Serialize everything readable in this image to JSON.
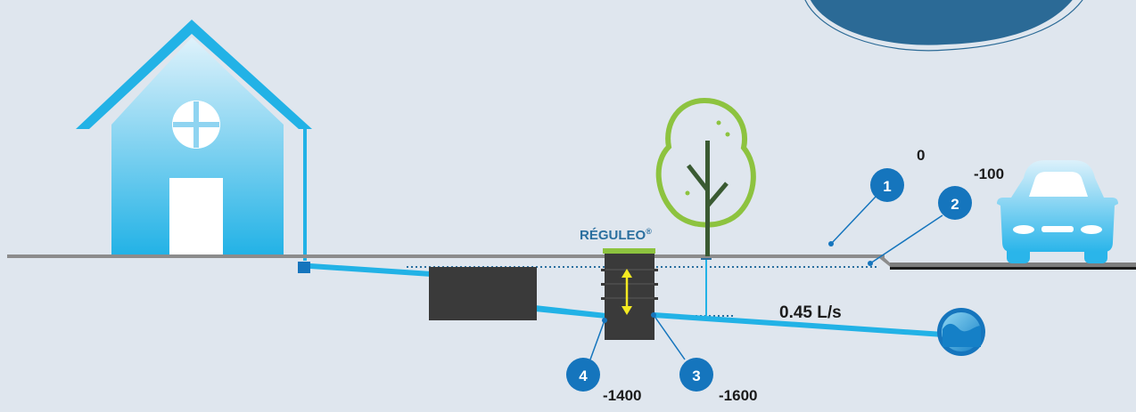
{
  "product": {
    "name": "RÉGULEO",
    "mark": "®"
  },
  "flow_rate": "0.45 L/s",
  "levels": [
    {
      "marker": "1",
      "value": "0"
    },
    {
      "marker": "2",
      "value": "-100"
    },
    {
      "marker": "3",
      "value": "-1600"
    },
    {
      "marker": "4",
      "value": "-1400"
    }
  ],
  "colors": {
    "background": "#dfe6ee",
    "water_blue": "#22b2e6",
    "marker_blue": "#1575bd",
    "tank_dark": "#3a3a3a",
    "tree_green": "#8dc33f",
    "flow_arrow": "#f4ea21",
    "cloud_blue": "#2b6a96"
  }
}
